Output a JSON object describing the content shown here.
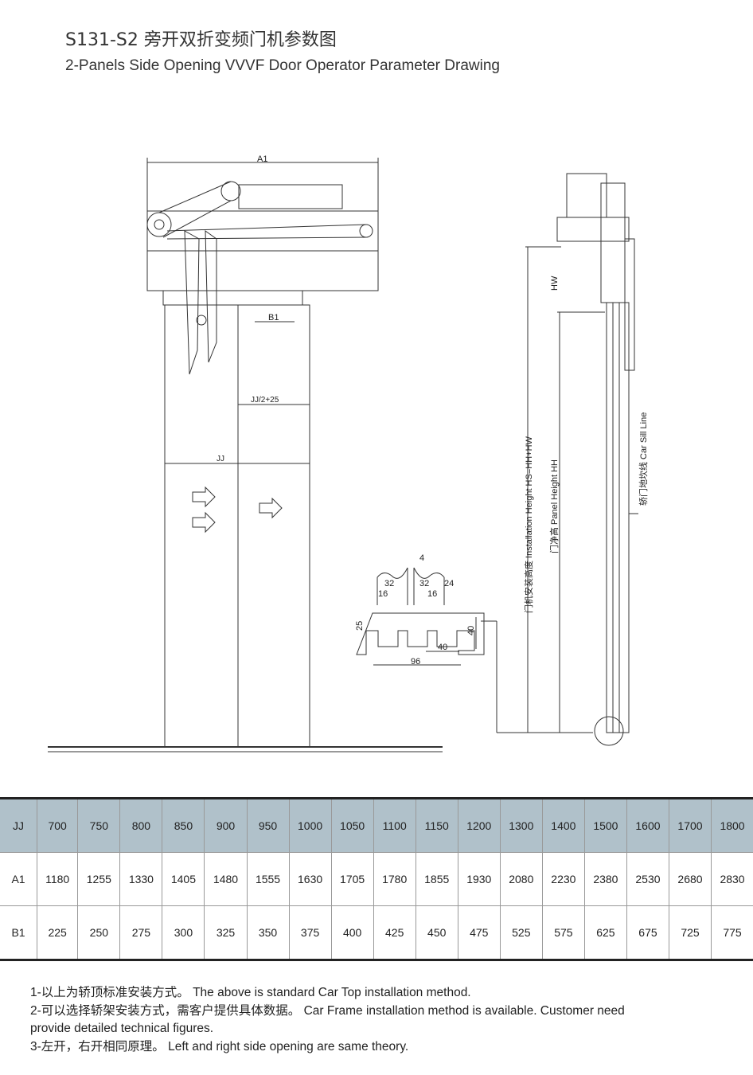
{
  "title_cn": "S131-S2 旁开双折变频门机参数图",
  "title_en": "2-Panels Side Opening VVVF Door Operator Parameter Drawing",
  "drawing": {
    "labels": {
      "a1": "A1",
      "b1": "B1",
      "jj_half": "JJ/2+25",
      "jj": "JJ",
      "hw": "HW",
      "install_height": "门机安装高度 Installation Height HS=HH+HW",
      "panel_height": "门净高 Panel Height HH",
      "sill_line": "轿门地坎线 Car Sill Line"
    },
    "sill_dims": {
      "d4": "4",
      "d32a": "32",
      "d32b": "32",
      "d24": "24",
      "d16a": "16",
      "d16b": "16",
      "d25": "25",
      "d40v": "40",
      "d40h": "40",
      "d96": "96"
    }
  },
  "table": {
    "rows": [
      {
        "label": "JJ",
        "values": [
          "700",
          "750",
          "800",
          "850",
          "900",
          "950",
          "1000",
          "1050",
          "1100",
          "1150",
          "1200",
          "1300",
          "1400",
          "1500",
          "1600",
          "1700",
          "1800"
        ]
      },
      {
        "label": "A1",
        "values": [
          "1180",
          "1255",
          "1330",
          "1405",
          "1480",
          "1555",
          "1630",
          "1705",
          "1780",
          "1855",
          "1930",
          "2080",
          "2230",
          "2380",
          "2530",
          "2680",
          "2830"
        ]
      },
      {
        "label": "B1",
        "values": [
          "225",
          "250",
          "275",
          "300",
          "325",
          "350",
          "375",
          "400",
          "425",
          "450",
          "475",
          "525",
          "575",
          "625",
          "675",
          "725",
          "775"
        ]
      }
    ]
  },
  "notes": [
    "1-以上为轿顶标准安装方式。  The above is standard Car Top installation method.",
    "2-可以选择轿架安装方式，需客户提供具体数据。  Car Frame installation method is available. Customer need provide detailed technical figures.",
    "3-左开，右开相同原理。  Left and right side opening are same theory."
  ]
}
